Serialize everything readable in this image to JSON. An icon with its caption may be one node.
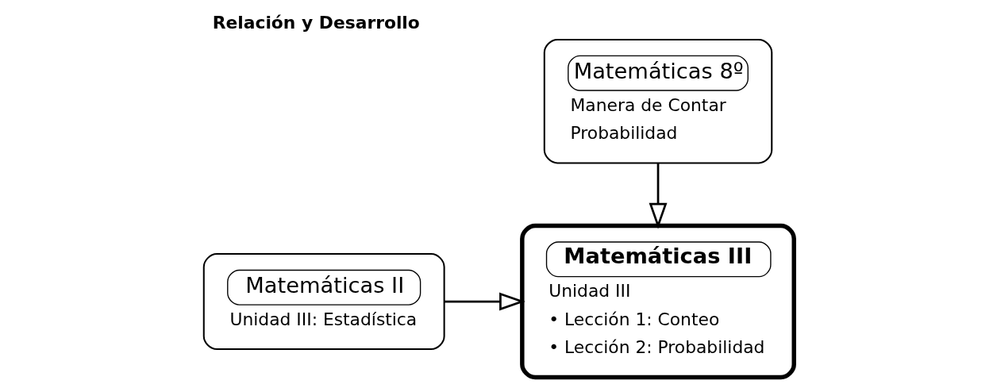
{
  "diagram": {
    "title": "Relación y Desarrollo",
    "nodes": [
      {
        "text": [
          "Matemáticas 8º",
          "Manera de Contar",
          "Probabilidad"
        ]
      },
      {
        "text": [
          "Matemáticas II",
          "Unidad III: Estadística"
        ]
      },
      {
        "text": [
          "Matemáticas III",
          "Unidad III",
          "• Lección 1: Conteo",
          "• Lección 2: Probabilidad"
        ]
      }
    ],
    "edges": [
      {
        "from": 0,
        "to": 2,
        "arrow": "to"
      },
      {
        "from": 1,
        "to": 2,
        "arrow": "to"
      }
    ]
  }
}
